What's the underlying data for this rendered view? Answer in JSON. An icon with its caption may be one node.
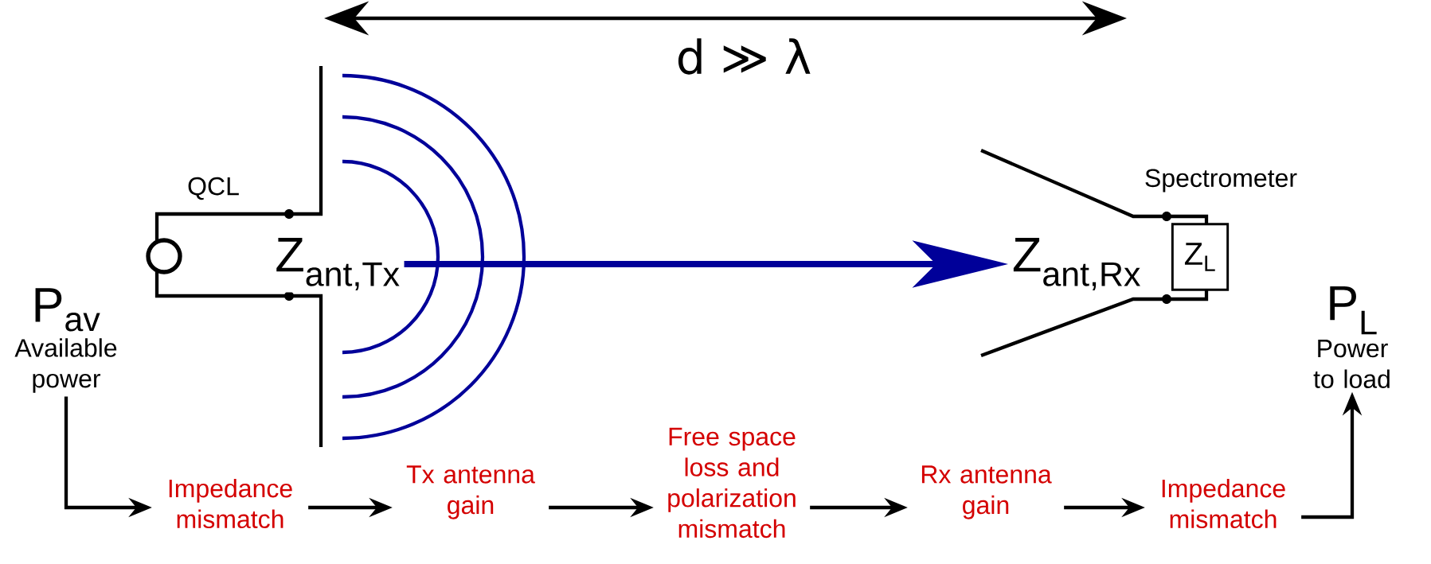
{
  "diagram": {
    "nodes": [
      {
        "text": [
          "P$_{av}$",
          "Available power"
        ]
      },
      {
        "text": [
          "Impedance mismatch"
        ]
      },
      {
        "text": [
          "Tx antenna gain"
        ]
      },
      {
        "text": [
          "Free space loss and polarization mismatch"
        ]
      },
      {
        "text": [
          "Rx antenna gain"
        ]
      },
      {
        "text": [
          "Impedance mismatch"
        ]
      },
      {
        "text": [
          "P$_{L}$",
          "Power to load"
        ]
      },
      {
        "text": [
          "Z$_{ant,Tx}$"
        ]
      },
      {
        "text": [
          "Z$_{ant,Rx}$"
        ]
      },
      {
        "text": [
          "Z$_{L}$"
        ]
      }
    ],
    "edges": [
      {
        "from": 0,
        "to": 1,
        "arrow": "to"
      },
      {
        "from": 1,
        "to": 2,
        "arrow": "to"
      },
      {
        "from": 2,
        "to": 3,
        "arrow": "to"
      },
      {
        "from": 3,
        "to": 4,
        "arrow": "to"
      },
      {
        "from": 4,
        "to": 5,
        "arrow": "to"
      },
      {
        "from": 5,
        "to": 6,
        "arrow": "to"
      },
      {
        "from": 7,
        "to": 8,
        "arrow": "to",
        "style": "thick",
        "color": "#000099"
      }
    ],
    "labels": [
      "d ≫ λ",
      "QCL",
      "Spectrometer"
    ]
  }
}
